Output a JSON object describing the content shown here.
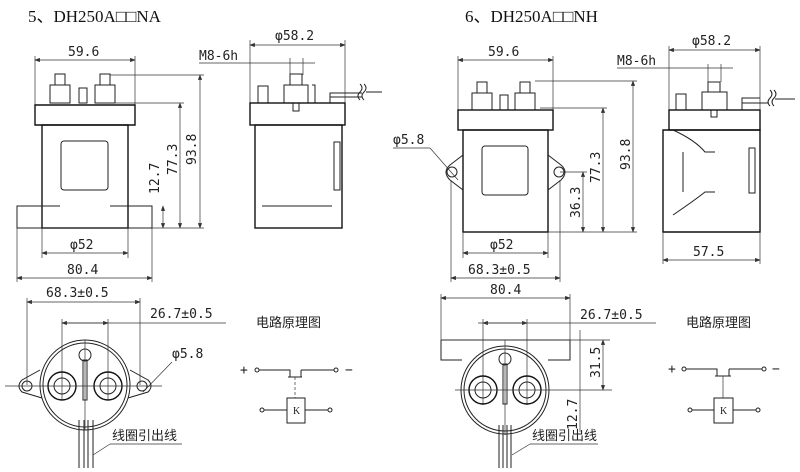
{
  "left": {
    "title": "5、DH250A□□NA",
    "front": {
      "width_top": "59.6",
      "dia_body": "φ52",
      "width_base": "80.4",
      "h_flange": "12.7",
      "h_cap": "77.3",
      "h_total": "93.8"
    },
    "side": {
      "dia": "φ58.2",
      "thread": "M8-6h"
    },
    "bottom": {
      "hole_span": "68.3±0.5",
      "terminal_span": "26.7±0.5",
      "hole_dia": "φ5.8",
      "coil_lead": "线圈引出线"
    },
    "circuit": {
      "title": "电路原理图",
      "plus": "+",
      "minus": "−",
      "coil": "K"
    }
  },
  "right": {
    "title": "6、DH250A□□NH",
    "front": {
      "width_top": "59.6",
      "dia_body": "φ52",
      "hole_span": "68.3±0.5",
      "hole_dia": "φ5.8",
      "h_hole": "36.3",
      "h_cap": "77.3",
      "h_total": "93.8"
    },
    "side": {
      "dia": "φ58.2",
      "thread": "M8-6h",
      "depth": "57.5"
    },
    "bottom": {
      "width": "80.4",
      "terminal_span": "26.7±0.5",
      "h_bracket": "31.5",
      "h_offset": "12.7",
      "coil_lead": "线圈引出线"
    },
    "circuit": {
      "title": "电路原理图",
      "plus": "+",
      "minus": "−",
      "coil": "K"
    }
  }
}
